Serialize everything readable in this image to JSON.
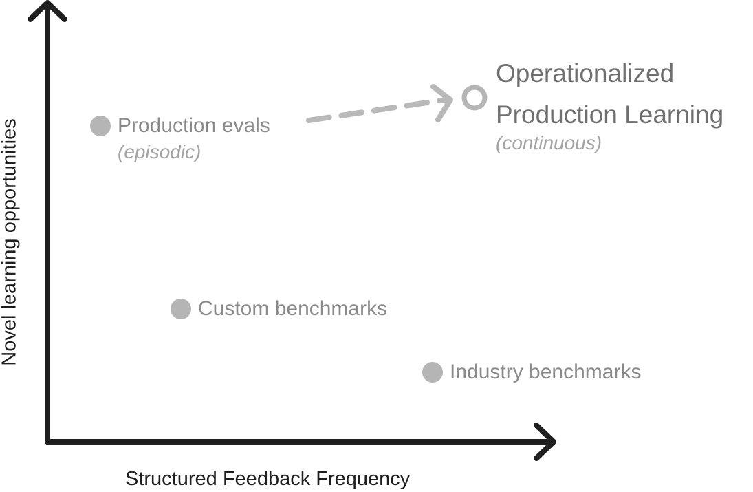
{
  "axes": {
    "x_label": "Structured Feedback Frequency",
    "y_label": "Novel learning opportunities"
  },
  "points": [
    {
      "id": "production-evals",
      "label": "Production evals",
      "sublabel": "(episodic)"
    },
    {
      "id": "custom-benchmarks",
      "label": "Custom benchmarks"
    },
    {
      "id": "industry-benchmarks",
      "label": "Industry benchmarks"
    }
  ],
  "target": {
    "line1": "Operationalized",
    "line2": "Production Learning",
    "sublabel": "(continuous)"
  },
  "colors": {
    "axis": "#1f1f1f",
    "point_fill": "#b5b5b5",
    "point_text": "#8a8a8a",
    "sub_text": "#a3a3a3",
    "arrow": "#b9b9b9",
    "target_text": "#6f6f6f"
  }
}
